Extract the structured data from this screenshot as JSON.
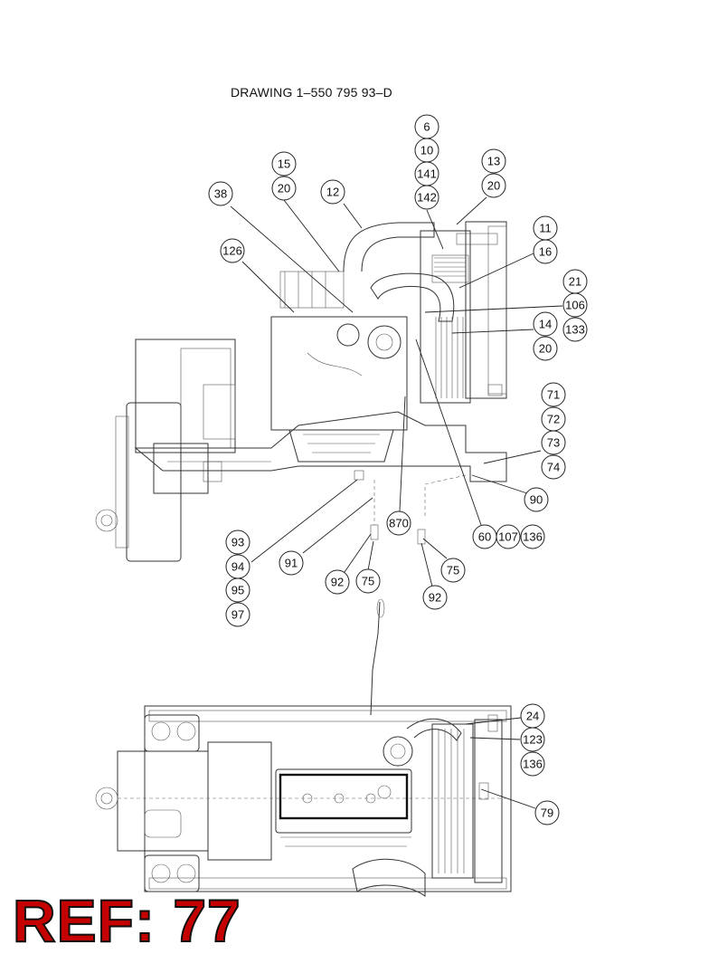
{
  "drawing_title": "DRAWING 1–550 795 93–D",
  "reference_label": "REF: 77",
  "callouts": [
    "6",
    "10",
    "141",
    "142",
    "15",
    "20",
    "12",
    "13",
    "20",
    "38",
    "11",
    "16",
    "126",
    "21",
    "106",
    "133",
    "14",
    "20",
    "71",
    "72",
    "73",
    "74",
    "90",
    "870",
    "60",
    "107",
    "136",
    "93",
    "94",
    "95",
    "97",
    "91",
    "92",
    "75",
    "75",
    "92",
    "24",
    "123",
    "136",
    "79"
  ],
  "colors": {
    "reference_fill": "#c40000",
    "reference_outline": "#111111",
    "line": "#333333"
  }
}
